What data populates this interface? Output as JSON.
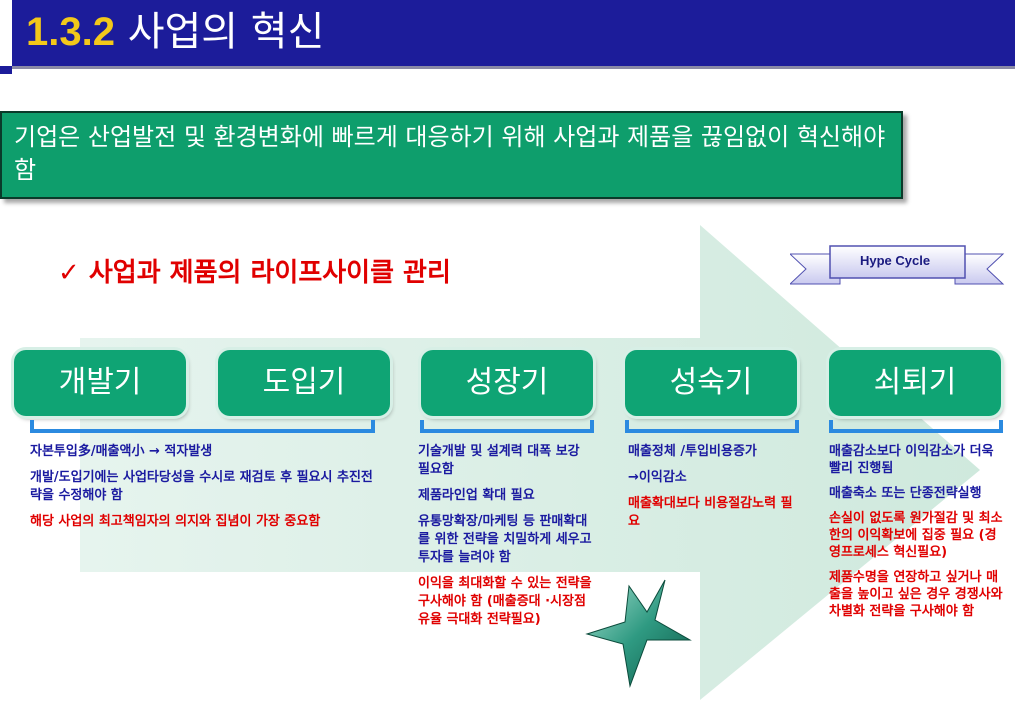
{
  "header": {
    "num": "1.3.2",
    "title": "사업의 혁신"
  },
  "intro": "기업은 산업발전 및 환경변화에 빠르게 대응하기 위해 사업과 제품을 끊임없이 혁신해야 함",
  "check": {
    "mark": "✓",
    "text": "사업과 제품의 라이프사이클 관리"
  },
  "banner": "Hype Cycle",
  "stages": [
    "개발기",
    "도입기",
    "성장기",
    "성숙기",
    "쇠퇴기"
  ],
  "notes": {
    "early": [
      {
        "text": "자본투입多/매출액小 → 적자발생",
        "color": "blue"
      },
      {
        "text": "개발/도입기에는 사업타당성을 수시로 재검토 후 필요시 추진전략을 수정해야 함",
        "color": "blue"
      },
      {
        "text": "해당 사업의 최고책임자의 의지와 집념이 가장 중요함",
        "color": "red"
      }
    ],
    "growth": [
      {
        "text": "기술개발 및 설계력 대폭 보강 필요함",
        "color": "blue"
      },
      {
        "text": "제품라인업 확대 필요",
        "color": "blue"
      },
      {
        "text": "유통망확장/마케팅 등 판매확대를 위한 전략을 치밀하게 세우고 투자를 늘려야 함",
        "color": "blue"
      },
      {
        "text": "이익을 최대화할 수 있는 전략을 구사해야 함 (매출증대 ·시장점유율 극대화 전략필요)",
        "color": "red"
      }
    ],
    "mature": [
      {
        "text": "매출정체 /투입비용증가",
        "color": "blue"
      },
      {
        "text": "→이익감소",
        "color": "blue"
      },
      {
        "text": "매출확대보다 비용절감노력 필요",
        "color": "red"
      }
    ],
    "decline": [
      {
        "text": "매출감소보다 이익감소가 더욱 빨리 진행됨",
        "color": "blue"
      },
      {
        "text": "매출축소 또는 단종전략실행",
        "color": "blue"
      },
      {
        "text": "손실이 없도록 원가절감 및 최소한의 이익확보에 집중 필요 (경영프로세스 혁신필요)",
        "color": "red"
      },
      {
        "text": "제품수명을 연장하고 싶거나 매출을 높이고 싶은 경우 경쟁사와 차별화 전략을 구사해야 함",
        "color": "red"
      }
    ]
  }
}
